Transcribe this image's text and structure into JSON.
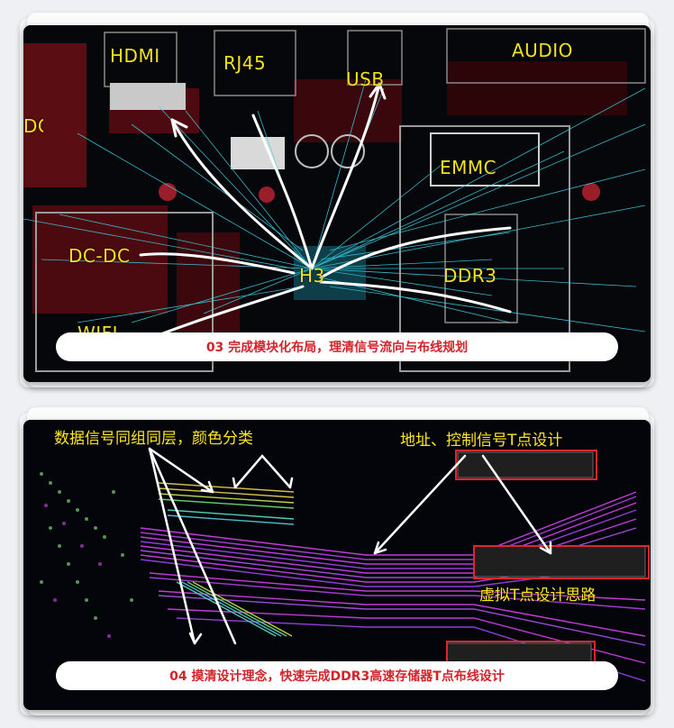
{
  "panel1": {
    "labels": {
      "hdmi": "HDMI",
      "rj45": "RJ45",
      "usb": "USB",
      "audio": "AUDIO",
      "emmc": "EMMC",
      "dcdc": "DC-DC",
      "h3": "H3",
      "ddr3": "DDR3",
      "dc_left": "DC",
      "wifi": "WIFI"
    },
    "caption": "03 完成模块化布局，理清信号流向与布线规划"
  },
  "panel2": {
    "notes": {
      "data_signals": "数据信号同组同层，颜色分类",
      "addr_ctrl": "地址、控制信号T点设计",
      "virtual_t": "虚拟T点设计思路"
    },
    "caption": "04 摸清设计理念，快速完成DDR3高速存储器T点布线设计"
  },
  "colors": {
    "label_yellow": "#f2e21a",
    "caption_red": "#d4232a",
    "highlight_red": "#e0262c",
    "ratsnest_cyan": "#3fd6e8",
    "trace_magenta": "#c23ad8"
  }
}
